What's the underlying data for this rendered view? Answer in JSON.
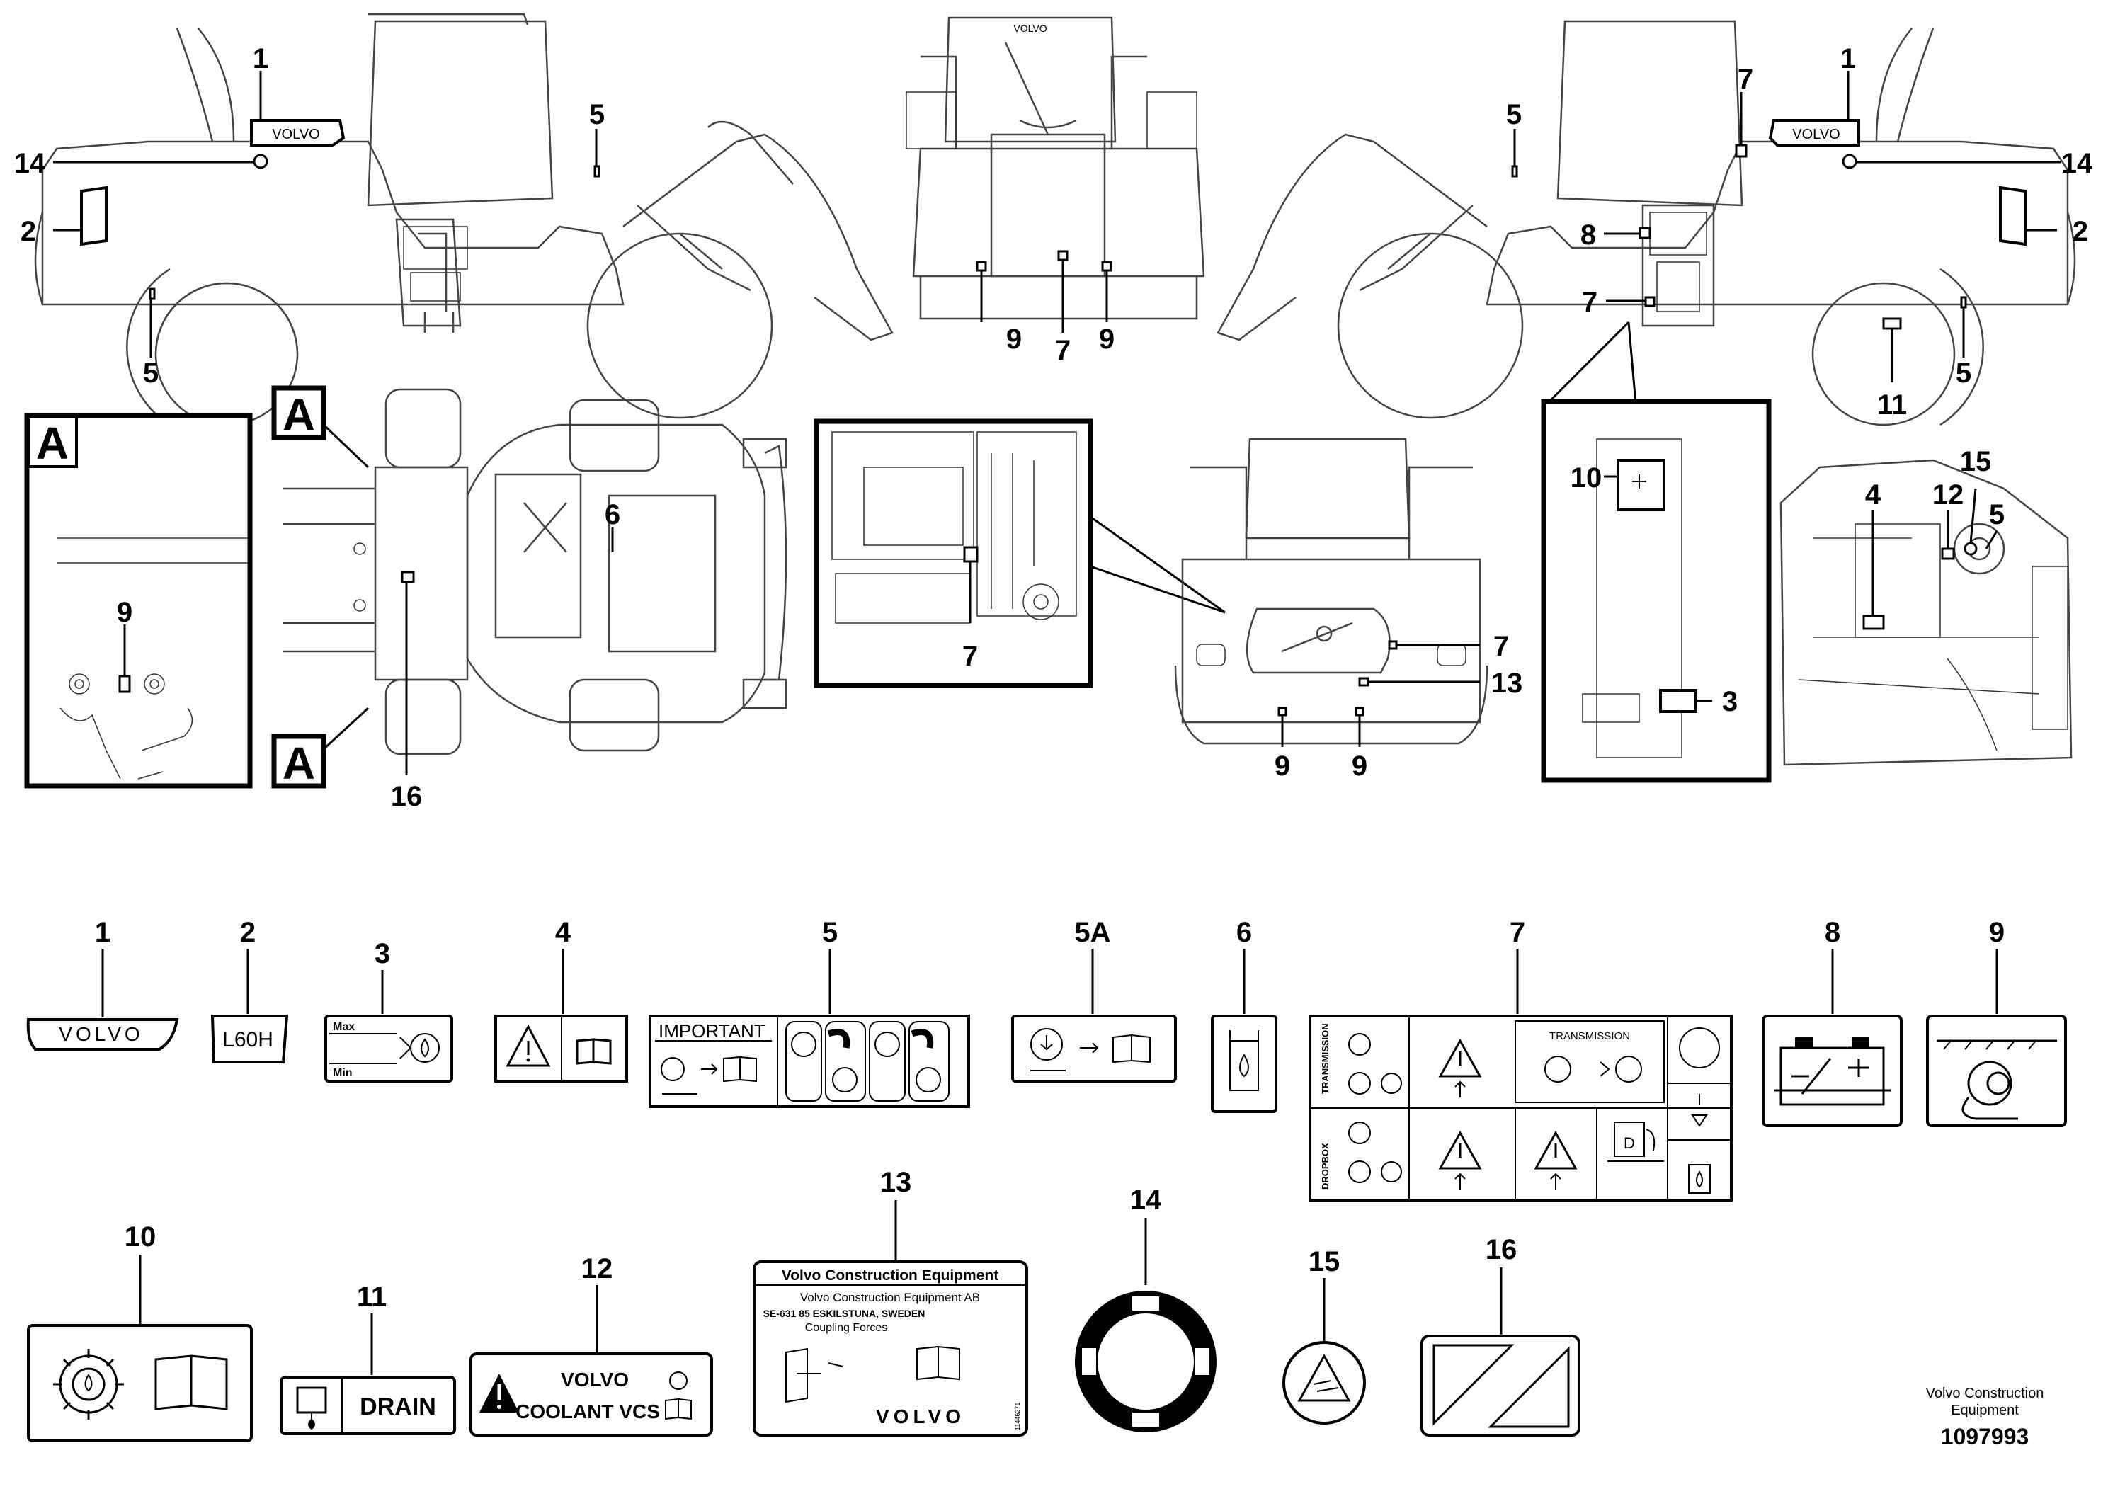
{
  "callouts": {
    "n1": "1",
    "n2": "2",
    "n3": "3",
    "n4": "4",
    "n5": "5",
    "n5a": "5A",
    "n6": "6",
    "n7": "7",
    "n8": "8",
    "n9": "9",
    "n10": "10",
    "n11": "11",
    "n12": "12",
    "n13": "13",
    "n14": "14",
    "n15": "15",
    "n16": "16",
    "detail_a": "A"
  },
  "decal_text": {
    "volvo": "VOLVO",
    "model": "L60H",
    "max": "Max",
    "min": "Min",
    "important": "IMPORTANT",
    "transmission_vertical": "TRANSMISSION",
    "transmission": "TRANSMISSION",
    "dropbox": "DROPBOX",
    "fuel_d": "D",
    "drain": "DRAIN",
    "coolant_volvo": "VOLVO",
    "coolant_vcs": "COOLANT VCS",
    "plate_title": "Volvo Construction Equipment",
    "plate_company": "Volvo Construction Equipment AB",
    "plate_address": "SE-631 85 ESKILSTUNA, SWEDEN",
    "plate_subject": "Coupling Forces",
    "plate_brand": "VOLVO",
    "plate_code": "11446271"
  },
  "footer": {
    "company_line1": "Volvo Construction",
    "company_line2": "Equipment",
    "drawing_number": "1097993"
  }
}
